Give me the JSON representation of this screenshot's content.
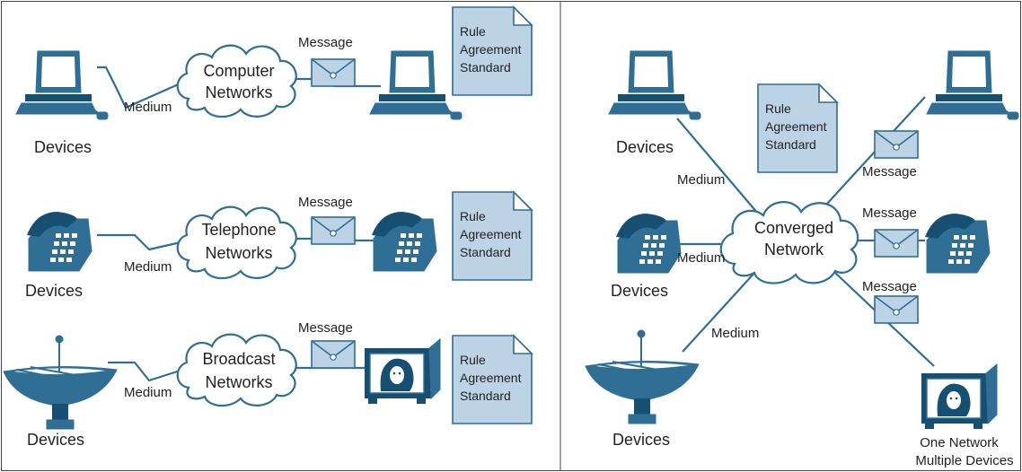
{
  "labels": {
    "devices": "Devices",
    "medium": "Medium",
    "message": "Message"
  },
  "document_lines": [
    "Rule",
    "Agreement",
    "Standard"
  ],
  "rows": [
    {
      "network_lines": [
        "Computer",
        "Networks"
      ]
    },
    {
      "network_lines": [
        "Telephone",
        "Networks"
      ]
    },
    {
      "network_lines": [
        "Broadcast",
        "Networks"
      ]
    }
  ],
  "converged": {
    "network_lines": [
      "Converged",
      "Network"
    ],
    "footer_lines": [
      "One Network",
      "Multiple Devices"
    ]
  },
  "colors": {
    "device_blue": "#2f6e95",
    "document_fill": "#bcd3e6",
    "frame": "#444444"
  },
  "icons": [
    "computer-icon",
    "telephone-icon",
    "satellite-dish-icon",
    "television-icon",
    "envelope-icon",
    "document-icon",
    "cloud-icon"
  ]
}
